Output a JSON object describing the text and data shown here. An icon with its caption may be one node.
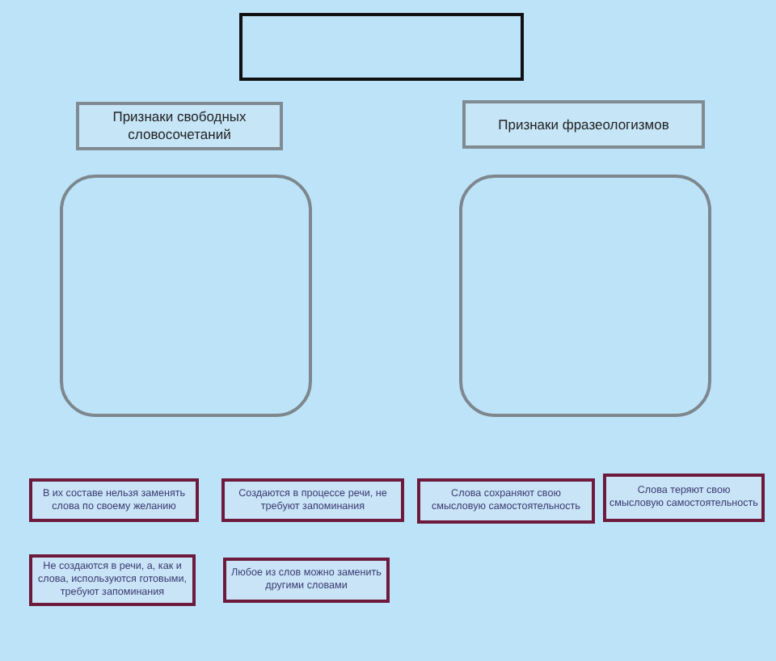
{
  "diagram": {
    "nodes": [
      {
        "text": [],
        "shape": "box"
      },
      {
        "text": [
          "Признаки свободных словосочетаний"
        ]
      },
      {
        "text": [
          "Признаки фразеологизмов"
        ]
      },
      {
        "text": [],
        "shape": "box"
      },
      {
        "text": [],
        "shape": "box"
      },
      {
        "text": [
          "В их составе нельзя заменять слова по своему желанию"
        ]
      },
      {
        "text": [
          "Создаются в процессе речи, не требуют запоминания"
        ]
      },
      {
        "text": [
          "Слова сохраняют свою смысловую самостоятельность"
        ]
      },
      {
        "text": [
          "Слова теряют свою смысловую самостоятельность"
        ]
      },
      {
        "text": [
          "Не создаются в речи, а, как и слова, используются готовыми, требуют запоминания"
        ]
      },
      {
        "text": [
          "Любое из слов можно заменить другими словами"
        ]
      }
    ]
  }
}
